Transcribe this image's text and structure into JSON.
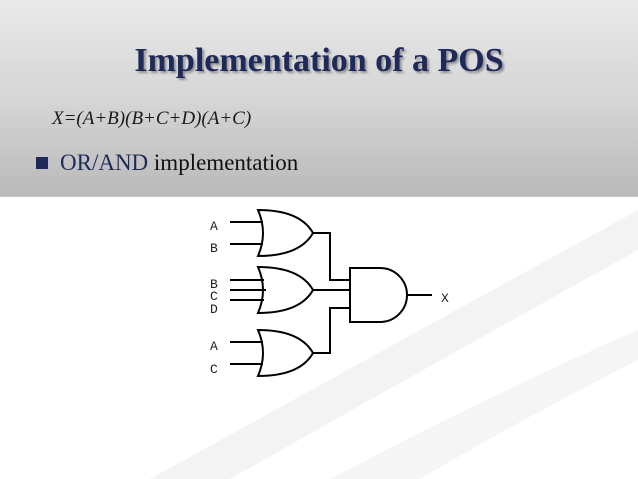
{
  "slide": {
    "title": "Implementation of a POS",
    "equation": "X=(A+B)(B+C+D)(A+C)",
    "bullet": {
      "highlight": "OR/AND",
      "rest": " implementation"
    }
  },
  "circuit": {
    "gate1_inputs": [
      "A",
      "B"
    ],
    "gate2_inputs": [
      "B",
      "C",
      "D"
    ],
    "gate3_inputs": [
      "A",
      "C"
    ],
    "output": "X"
  },
  "colors": {
    "title": "#1f2a5a",
    "bullet": "#1f2a5a",
    "wire": "#000000"
  }
}
